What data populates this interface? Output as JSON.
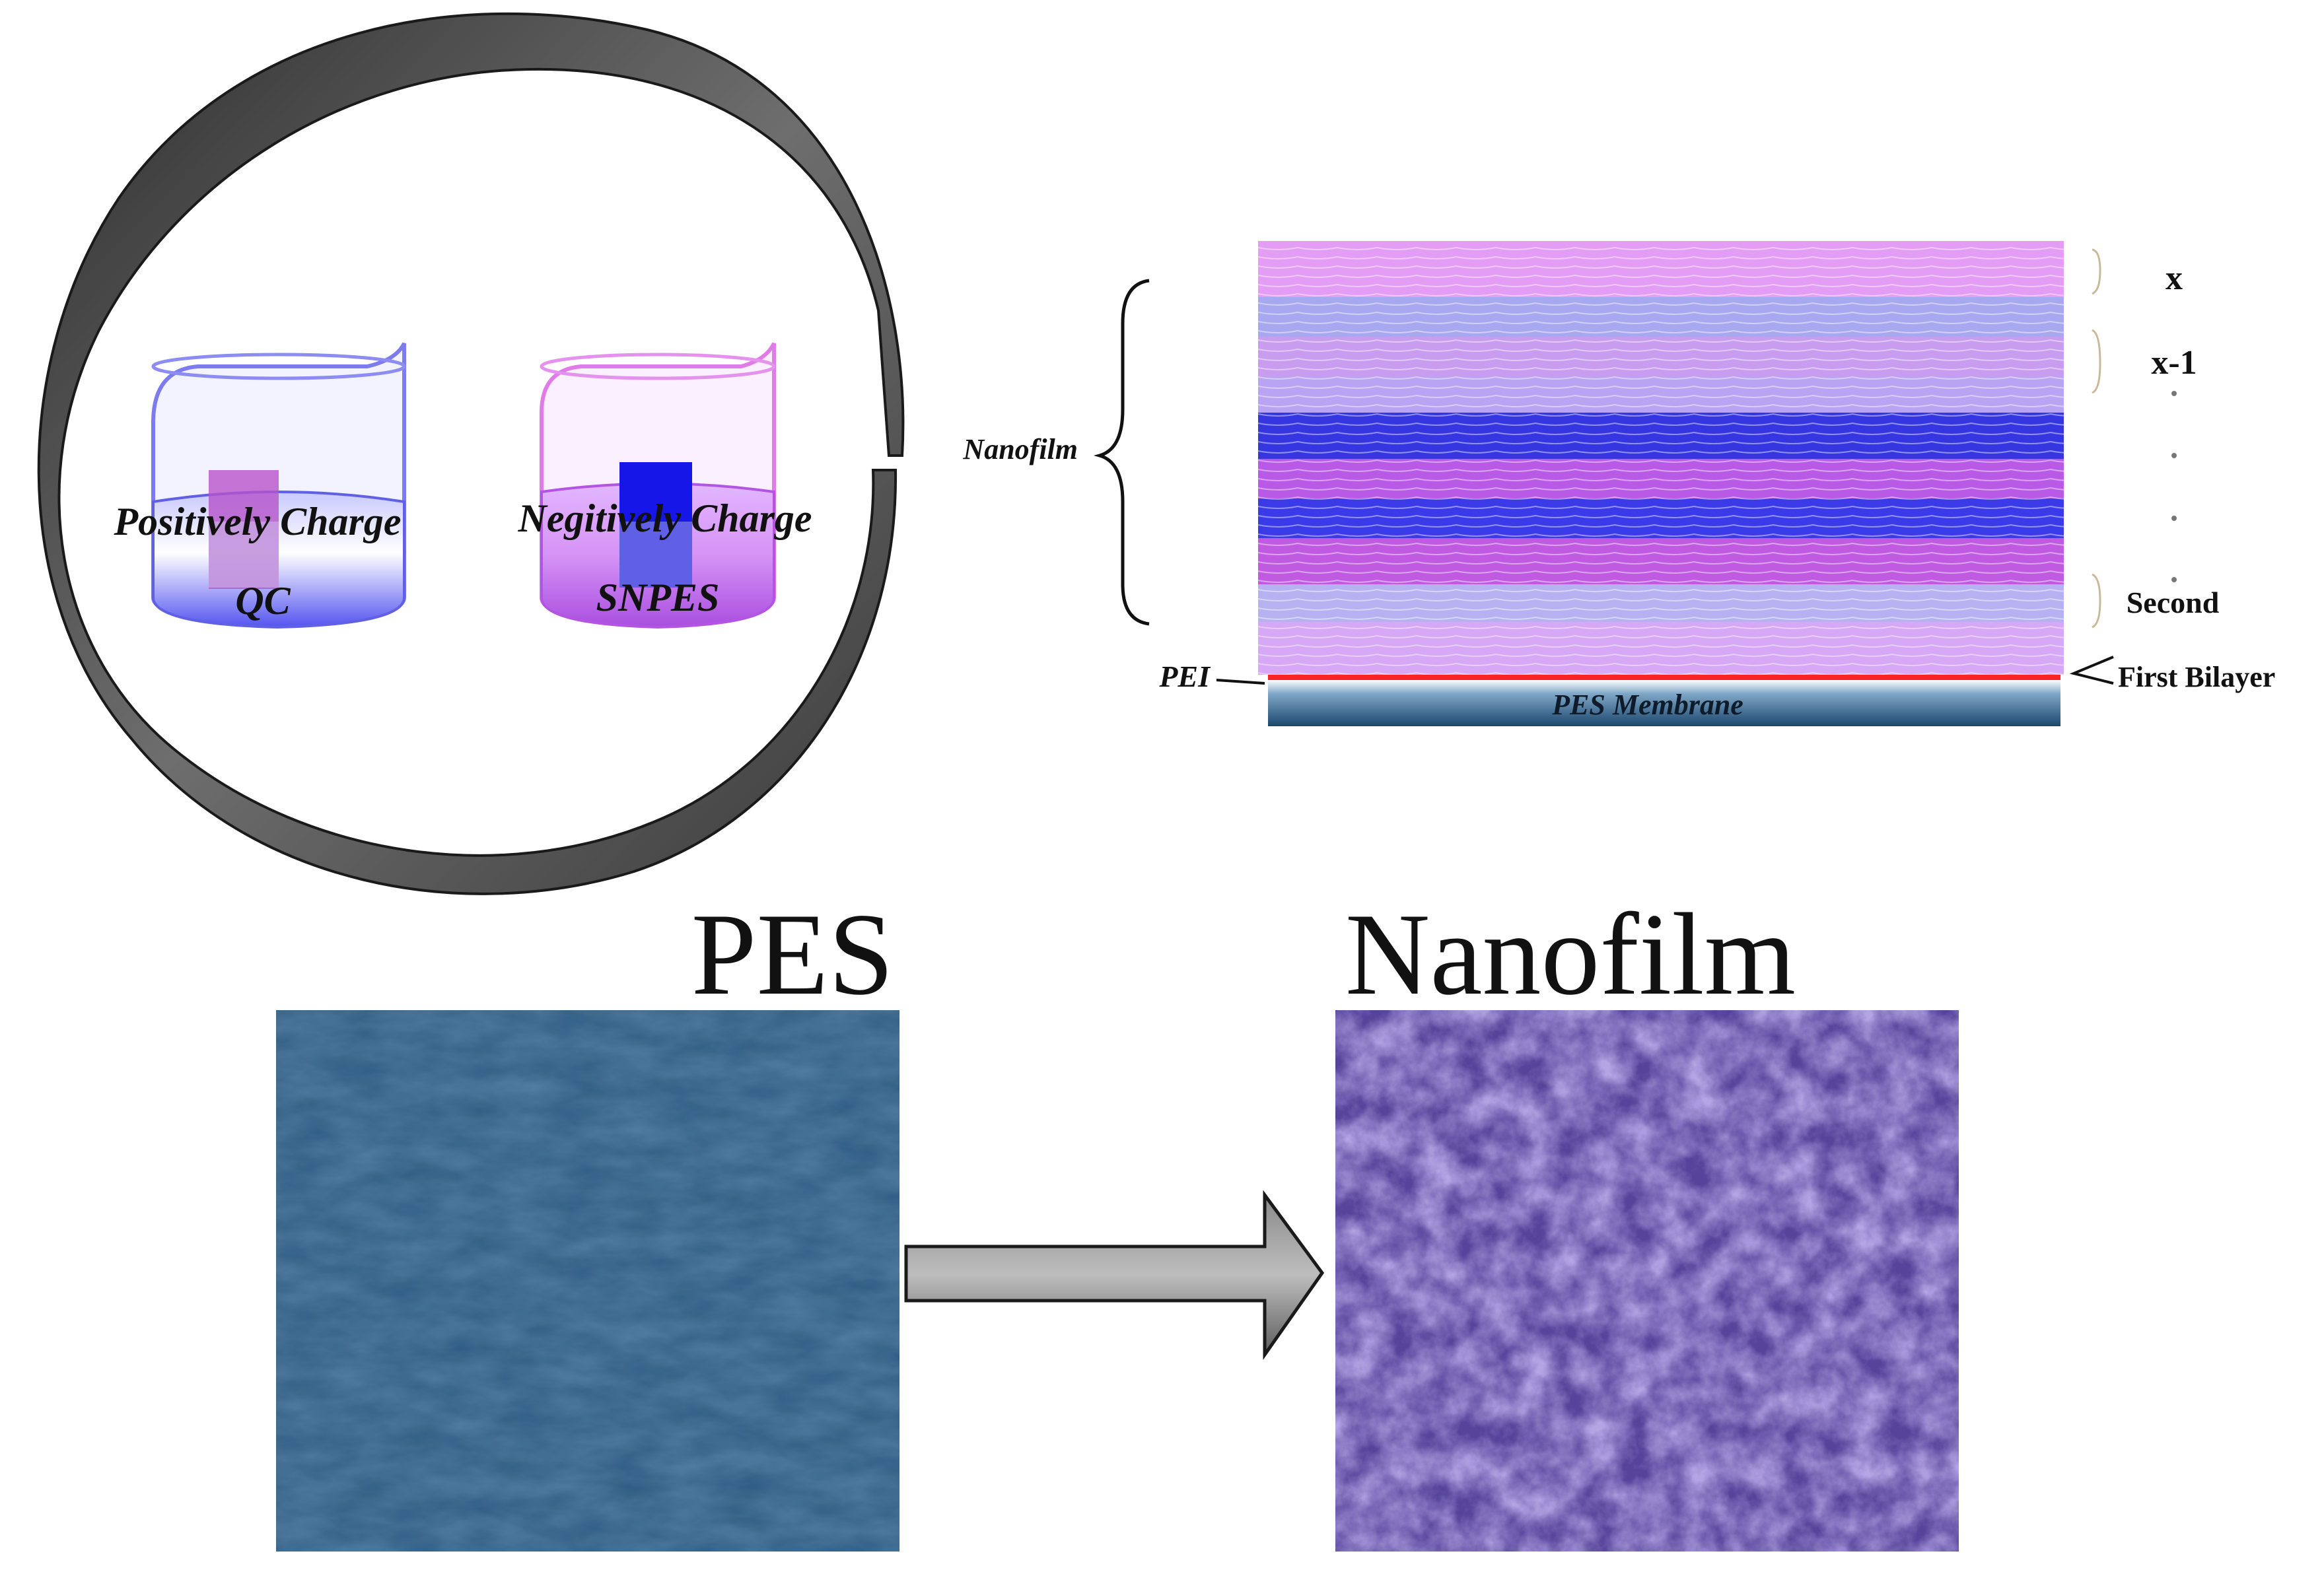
{
  "cycle": {
    "beaker_left": {
      "label_charge": "Positively Charge",
      "label_material": "QC"
    },
    "beaker_right": {
      "label_charge": "Negitively Charge",
      "label_material": "SNPES"
    }
  },
  "stack": {
    "nanofilm_label": "Nanofilm",
    "pei_label": "PEI",
    "membrane_label": "PES Membrane",
    "first_bilayer_label": "First Bilayer",
    "layer_labels": [
      "x",
      "x-1",
      "Second"
    ]
  },
  "bottom": {
    "pes_title": "PES",
    "nanofilm_title": "Nanofilm"
  },
  "colors": {
    "ring": "#555555",
    "blue_solution": "#6b6bff",
    "pink_solution": "#c774f0",
    "blue_layer": "#3a3ae0",
    "pink_layer": "#d055e0",
    "pei_line": "#ff2222",
    "pes_membrane": "#1e4f78",
    "pes_surface": "#2e5b82",
    "nanofilm_surface": "#8e76d2",
    "arrow": "#555555"
  }
}
